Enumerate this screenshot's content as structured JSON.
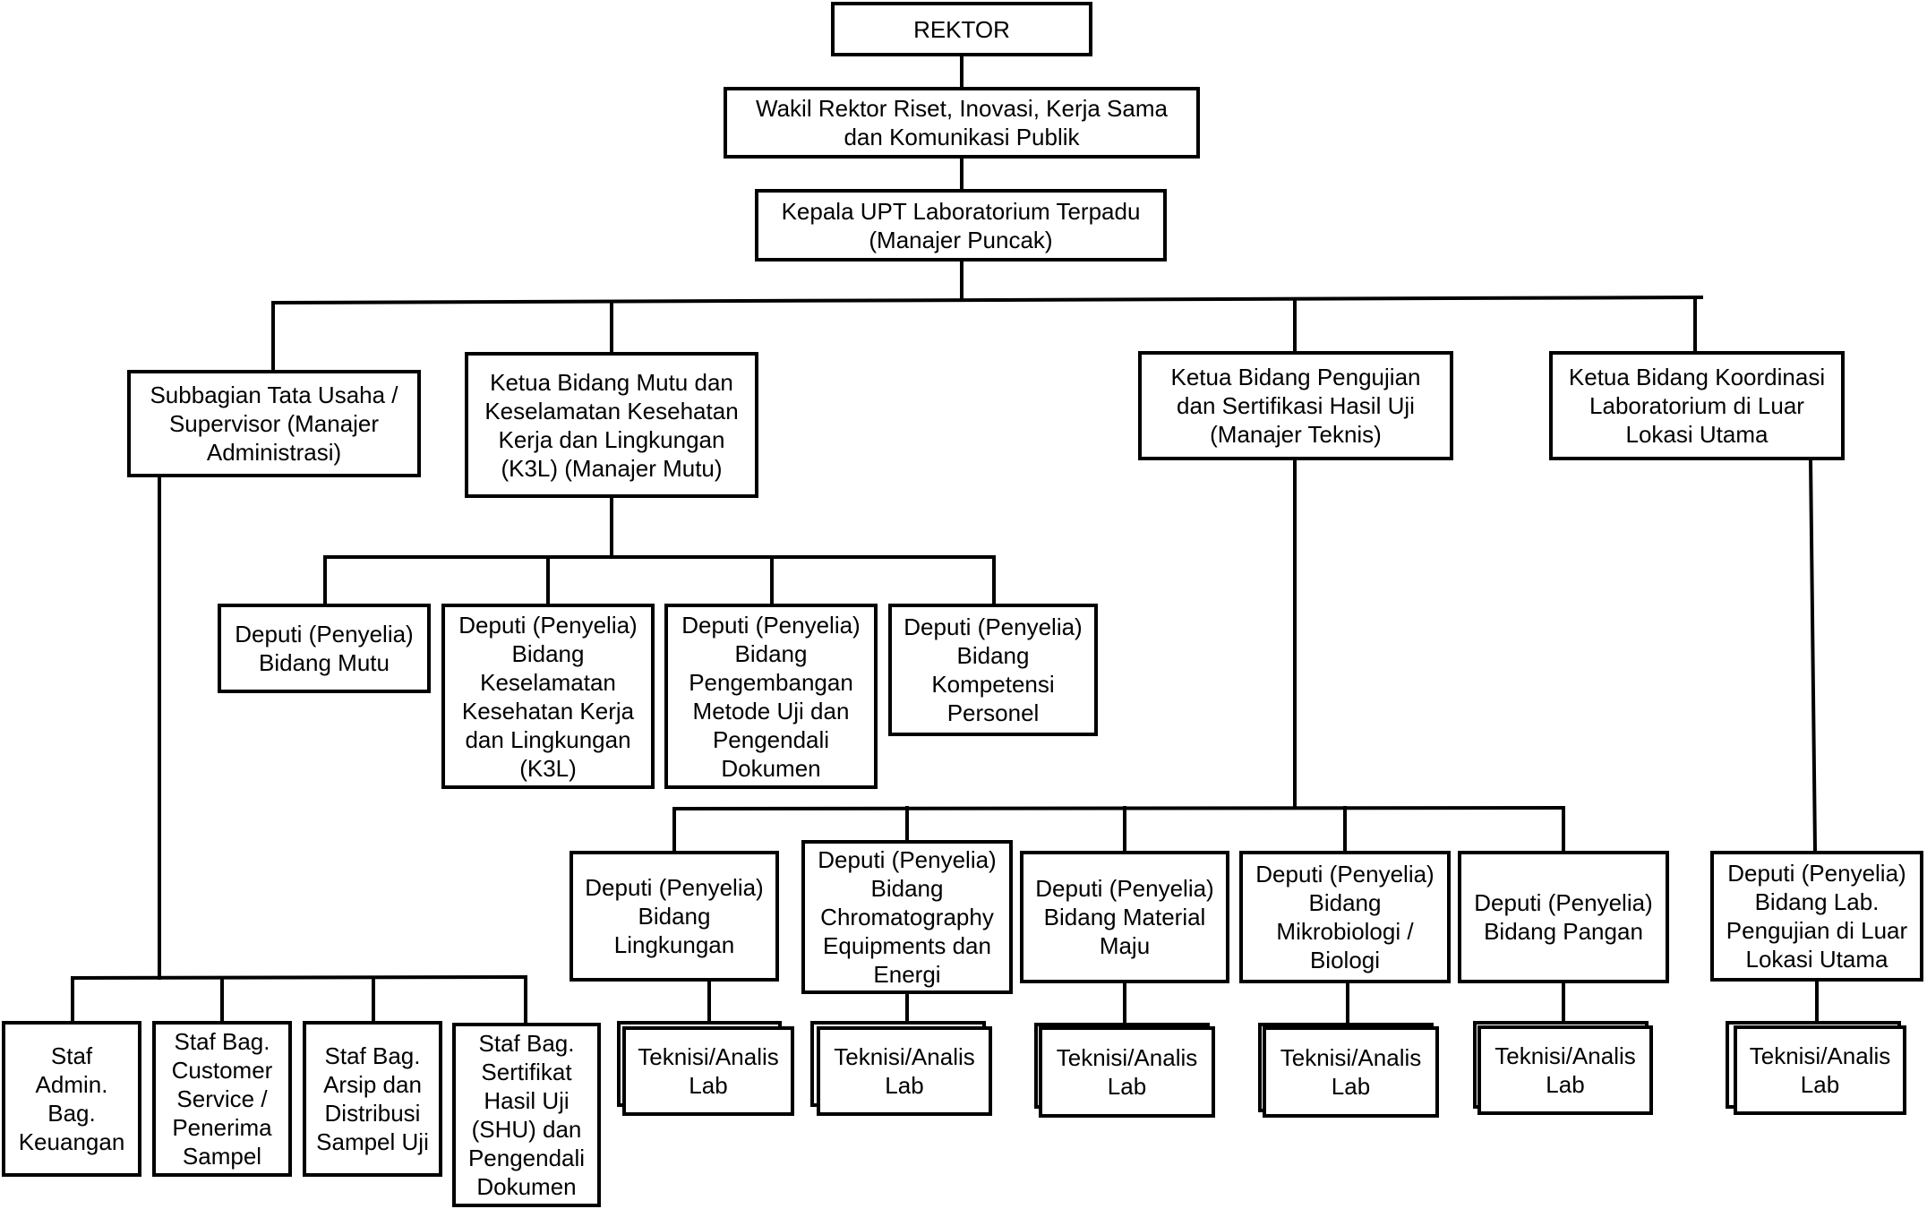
{
  "chart": {
    "top": {
      "rektor": "REKTOR",
      "wakil_rektor": "Wakil Rektor Riset, Inovasi, Kerja Sama\ndan Komunikasi Publik",
      "kepala": "Kepala UPT Laboratorium Terpadu\n(Manajer Puncak)"
    },
    "ketua": {
      "tata_usaha": "Subbagian Tata Usaha /\nSupervisor (Manajer\nAdministrasi)",
      "mutu": "Ketua Bidang Mutu dan\nKeselamatan Kesehatan\nKerja dan Lingkungan\n(K3L) (Manajer Mutu)",
      "pengujian": "Ketua Bidang Pengujian\ndan Sertifikasi Hasil Uji\n(Manajer Teknis)",
      "koordinasi": "Ketua Bidang Koordinasi\nLaboratorium di Luar\nLokasi Utama"
    },
    "mutu_deputies": [
      "Deputi (Penyelia)\nBidang Mutu",
      "Deputi (Penyelia)\nBidang\nKeselamatan\nKesehatan Kerja\ndan Lingkungan\n(K3L)",
      "Deputi (Penyelia)\nBidang\nPengembangan\nMetode Uji dan\nPengendali\nDokumen",
      "Deputi (Penyelia)\nBidang\nKompetensi\nPersonel"
    ],
    "teknis_deputies": [
      "Deputi (Penyelia)\nBidang\nLingkungan",
      "Deputi (Penyelia)\nBidang\nChromatography\nEquipments dan\nEnergi",
      "Deputi (Penyelia)\nBidang Material\nMaju",
      "Deputi (Penyelia)\nBidang\nMikrobiologi /\nBiologi",
      "Deputi (Penyelia)\nBidang Pangan"
    ],
    "luar_deputy": "Deputi (Penyelia)\nBidang Lab.\nPengujian di Luar\nLokasi Utama",
    "teknisi_label": "Teknisi/Analis\nLab",
    "staff": [
      "Staf\nAdmin.\nBag.\nKeuangan",
      "Staf Bag.\nCustomer\nService /\nPenerima\nSampel",
      "Staf Bag.\nArsip dan\nDistribusi\nSampel Uji",
      "Staf Bag.\nSertifikat\nHasil Uji\n(SHU) dan\nPengendali\nDokumen"
    ]
  }
}
